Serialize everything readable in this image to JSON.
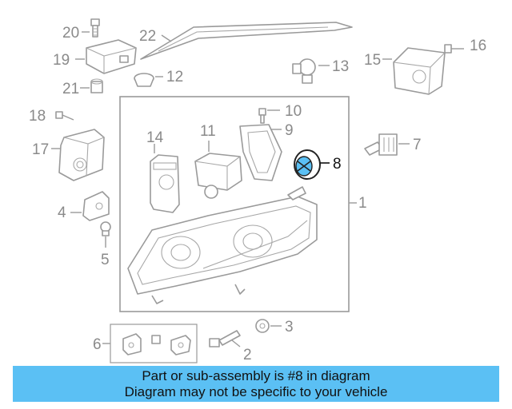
{
  "diagram": {
    "labels": {
      "p1": "1",
      "p2": "2",
      "p3": "3",
      "p4": "4",
      "p5": "5",
      "p6": "6",
      "p7": "7",
      "p8": "8",
      "p9": "9",
      "p10": "10",
      "p11": "11",
      "p12": "12",
      "p13": "13",
      "p14": "14",
      "p15": "15",
      "p16": "16",
      "p17": "17",
      "p18": "18",
      "p19": "19",
      "p20": "20",
      "p21": "21",
      "p22": "22"
    },
    "highlighted_part": "8"
  },
  "banner": {
    "line1": "Part or sub-assembly is #8 in diagram",
    "line2": "Diagram may not be specific to your vehicle",
    "color": "#5bc0f4"
  }
}
